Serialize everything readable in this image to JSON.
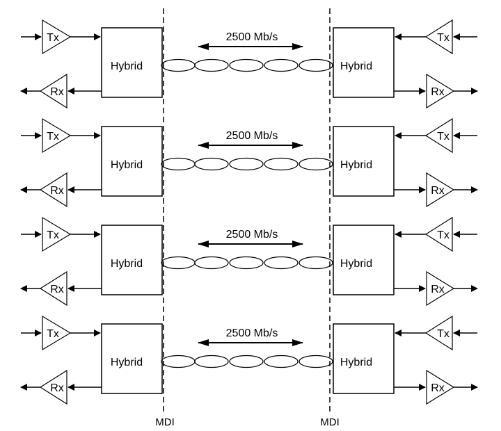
{
  "diagram": {
    "hybrid_label": "Hybrid",
    "tx_label": "Tx",
    "rx_label": "Rx",
    "mdi_left_label": "MDI",
    "mdi_right_label": "MDI",
    "pairs": [
      {
        "rate": "2500 Mb/s"
      },
      {
        "rate": "2500 Mb/s"
      },
      {
        "rate": "2500 Mb/s"
      },
      {
        "rate": "2500 Mb/s"
      }
    ]
  },
  "colors": {
    "stroke": "#000000",
    "background": "#ffffff"
  }
}
